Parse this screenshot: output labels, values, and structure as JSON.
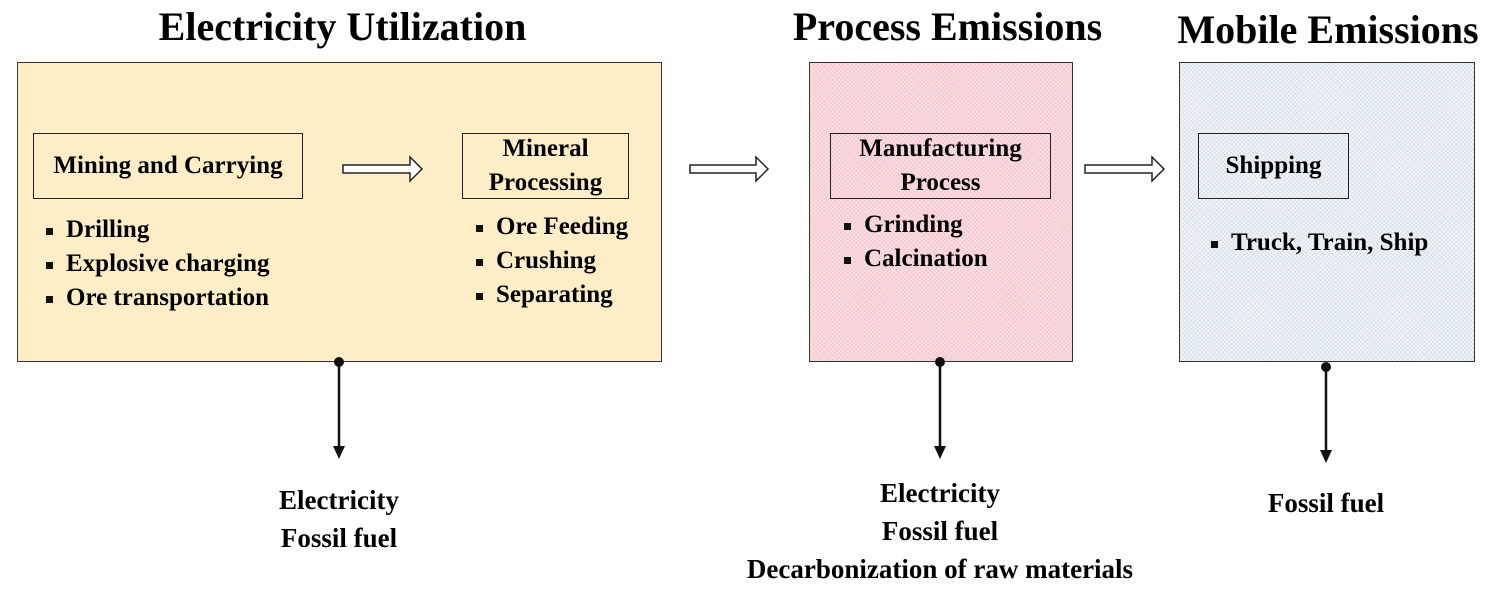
{
  "sections": [
    {
      "heading": "Electricity Utilization",
      "stages": [
        {
          "title": "Mining and Carrying",
          "items": [
            "Drilling",
            "Explosive charging",
            "Ore transportation"
          ]
        },
        {
          "title": "Mineral Processing",
          "items": [
            "Ore Feeding",
            "Crushing",
            "Separating"
          ]
        }
      ],
      "outputs": [
        "Electricity",
        "Fossil fuel"
      ]
    },
    {
      "heading": "Process Emissions",
      "stages": [
        {
          "title": "Manufacturing Process",
          "items": [
            "Grinding",
            "Calcination"
          ]
        }
      ],
      "outputs": [
        "Electricity",
        "Fossil fuel",
        "Decarbonization of raw materials"
      ]
    },
    {
      "heading": "Mobile Emissions",
      "stages": [
        {
          "title": "Shipping",
          "items": [
            "Truck, Train, Ship"
          ]
        }
      ],
      "outputs": [
        "Fossil fuel"
      ]
    }
  ],
  "colors": {
    "electricity_panel": "#fdeec8",
    "process_panel": "#f5c9cf",
    "mobile_panel": "#f2f6f9"
  }
}
